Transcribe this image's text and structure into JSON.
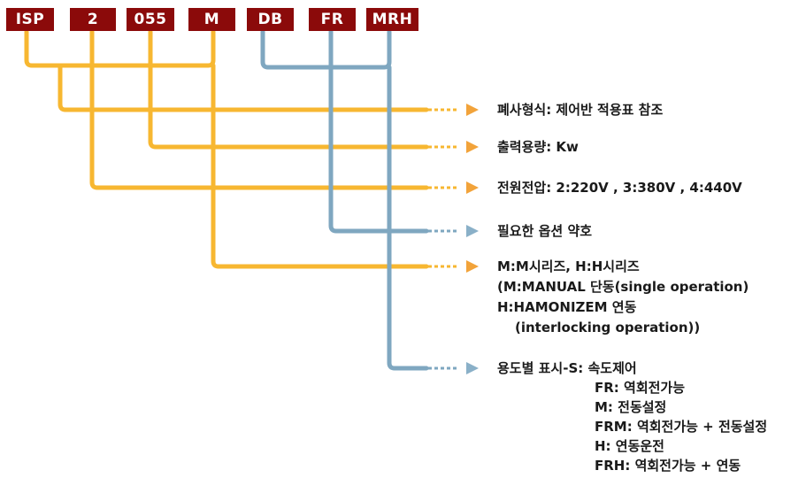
{
  "codes": [
    "ISP",
    "2",
    "055",
    "M",
    "DB",
    "FR",
    "MRH"
  ],
  "colors": {
    "box": "#8b0a0a",
    "orange": "#f7b731",
    "blue": "#7fa7c0",
    "arrow_orange": "#f2a33a",
    "arrow_blue": "#8ab0c8"
  },
  "descriptions": {
    "type": "폐사형식: 제어반 적용표 참조",
    "capacity": "출력용량: Kw",
    "voltage": "전원전압: 2:220V , 3:380V , 4:440V",
    "options": "필요한 옵션 약호",
    "series": {
      "line1": "M:M시리즈, H:H시리즈",
      "line2": "(M:MANUAL 단동(single operation)",
      "line3": "H:HAMONIZEM 연동",
      "line4": "(interlocking operation))"
    },
    "usage": {
      "line1": "용도별 표시-S: 속도제어",
      "line2": "FR: 역회전가능",
      "line3": "M: 전동설정",
      "line4": "FRM: 역회전가능 + 전동설정",
      "line5": "H: 연동운전",
      "line6": "FRH: 역회전가능 + 연동"
    }
  }
}
